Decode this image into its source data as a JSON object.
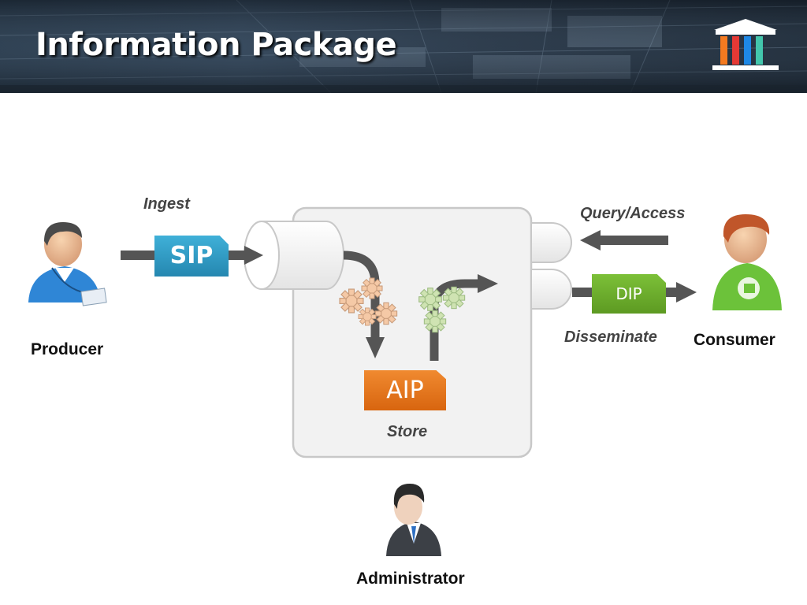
{
  "header": {
    "title": "Information Package",
    "logo_icon": "museum-columns-icon"
  },
  "actors": {
    "producer": {
      "label": "Producer",
      "icon": "producer-person-icon"
    },
    "consumer": {
      "label": "Consumer",
      "icon": "consumer-person-icon"
    },
    "administrator": {
      "label": "Administrator",
      "icon": "administrator-person-icon"
    }
  },
  "actions": {
    "ingest": "Ingest",
    "query_access": "Query/Access",
    "disseminate": "Disseminate",
    "store": "Store"
  },
  "packages": {
    "sip": {
      "label": "SIP",
      "color": "#2e9bc4"
    },
    "aip": {
      "label": "AIP",
      "color": "#e8761c"
    },
    "dip": {
      "label": "DIP",
      "color": "#6fb12b"
    }
  },
  "colors": {
    "arrow": "#555555",
    "archive_fill": "#f2f2f2",
    "archive_border": "#c8c8c8",
    "gear_ingest": "#f5c9a6",
    "gear_access": "#cfe3b2"
  }
}
